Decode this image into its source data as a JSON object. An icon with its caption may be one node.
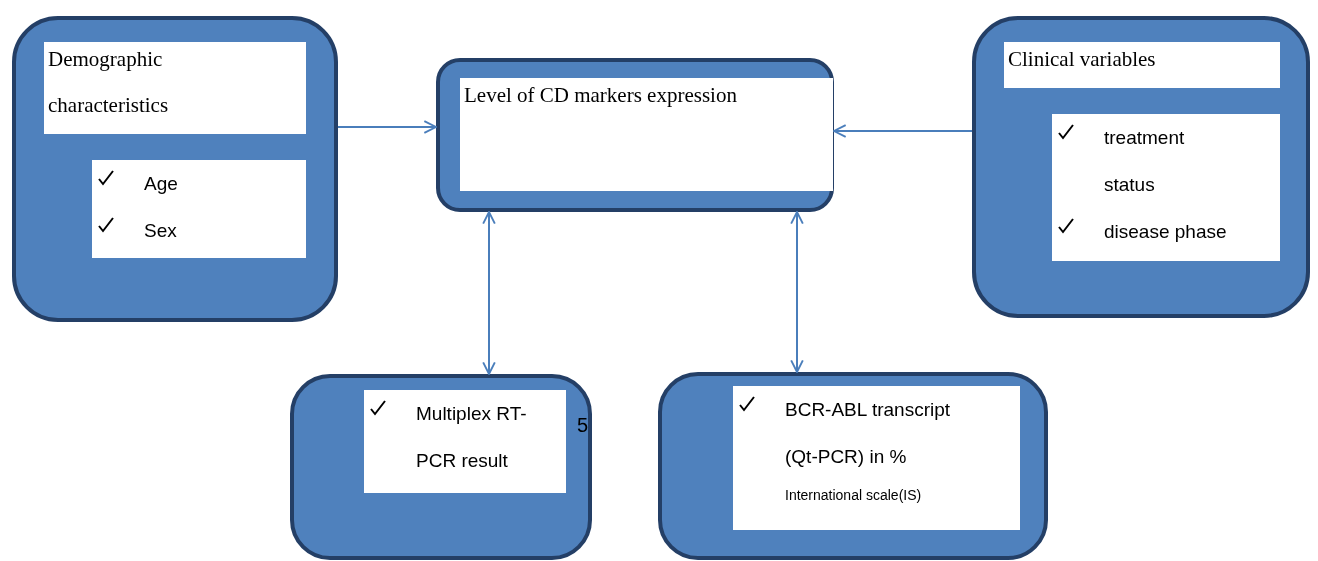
{
  "diagram": {
    "nodes": [
      {
        "text": [],
        "shape": "box"
      },
      {
        "text": [
          "Demographic characteristics"
        ],
        "in": 0
      },
      {
        "text": [
          "Age",
          "Sex"
        ],
        "in": 0
      },
      {
        "text": [],
        "shape": "box"
      },
      {
        "text": [
          "Level of CD markers expression"
        ],
        "in": 3
      },
      {
        "text": [],
        "shape": "box"
      },
      {
        "text": [
          "Clinical variables"
        ],
        "in": 5
      },
      {
        "text": [
          "treatment status",
          "disease phase"
        ],
        "in": 5
      },
      {
        "text": [],
        "shape": "box"
      },
      {
        "text": [
          "Multiplex RT-PCR result"
        ],
        "in": 8
      },
      {
        "text": [],
        "shape": "box"
      },
      {
        "text": [
          "BCR-ABL transcript (Qt-PCR) in %",
          "International scale(IS)"
        ],
        "in": 10
      }
    ],
    "edges": [
      {
        "from": 0,
        "to": 3,
        "arrow": "to"
      },
      {
        "from": 5,
        "to": 3,
        "arrow": "to"
      },
      {
        "from": 3,
        "to": 8,
        "arrow": "both"
      },
      {
        "from": 3,
        "to": 10,
        "arrow": "both"
      }
    ],
    "labels": [
      "5"
    ]
  }
}
